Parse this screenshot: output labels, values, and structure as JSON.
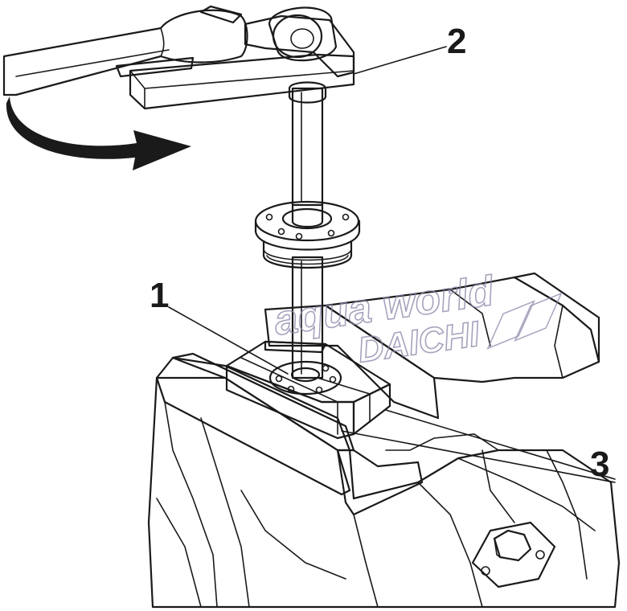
{
  "callouts": {
    "part_1": "1",
    "part_2": "2",
    "part_3": "3"
  },
  "watermark": {
    "line1": "aqua world",
    "line2": "DAICHI"
  },
  "colors": {
    "wrench_tool": "#a9c2c4",
    "vise_blocks": "#c3b6c8",
    "bearing": "#ece4b6",
    "outline": "#1a1a1a",
    "arrow": "#1a1a1a"
  }
}
